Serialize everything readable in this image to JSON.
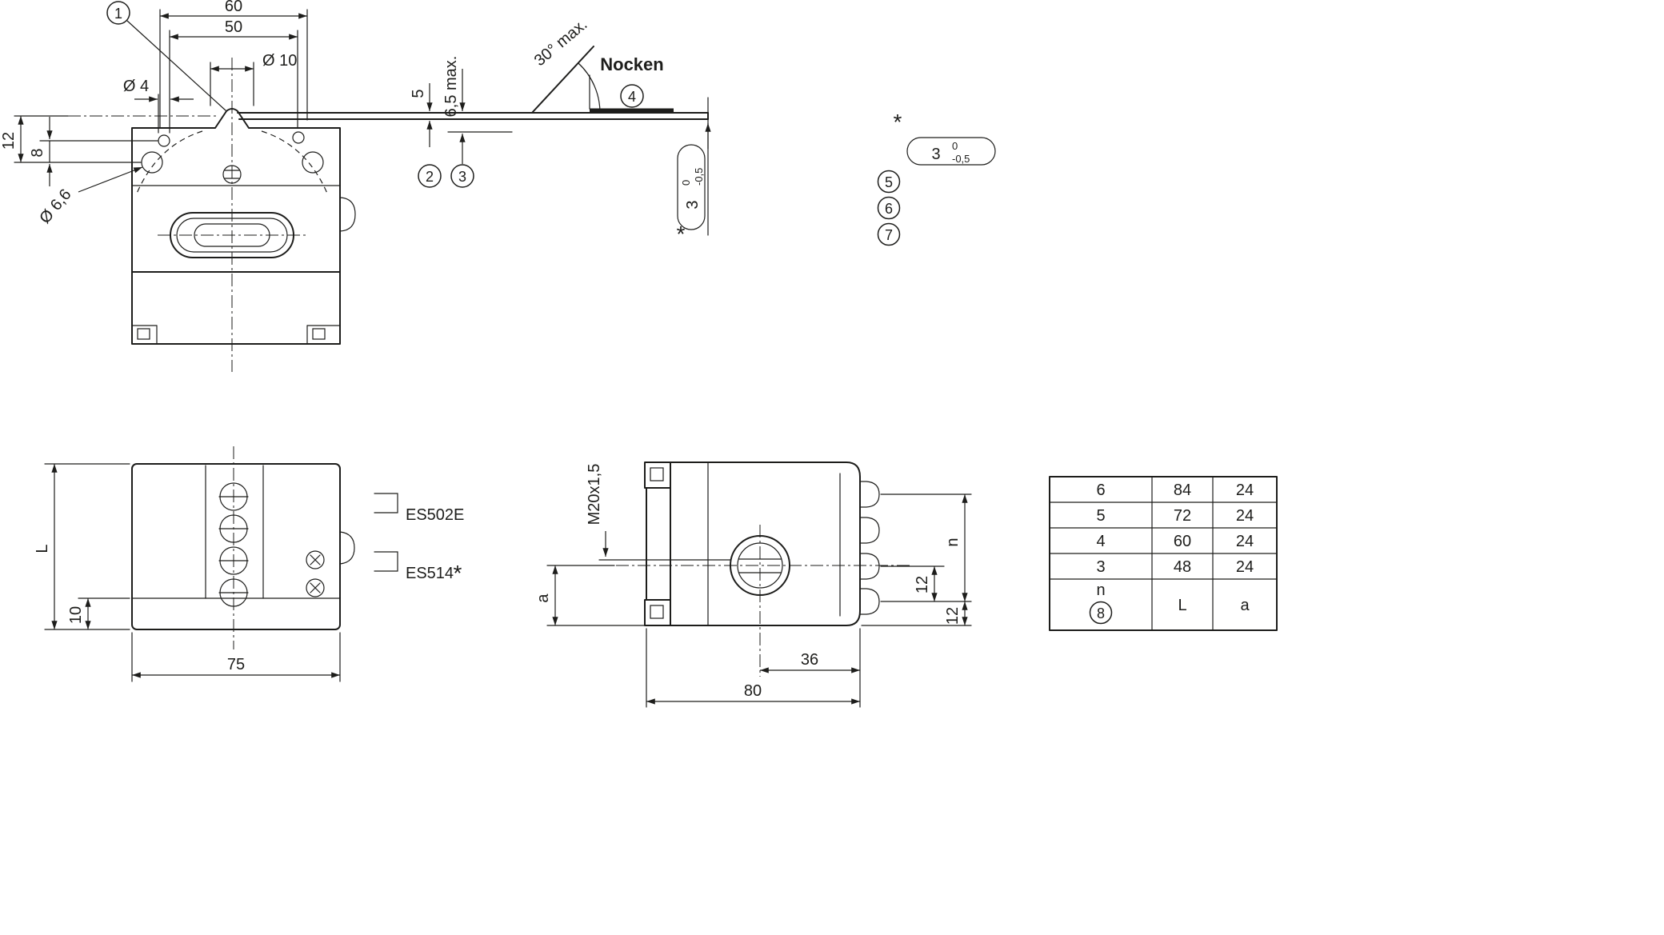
{
  "document": {
    "type": "technical-dimension-drawing",
    "line_color": "#1d1d1b",
    "background": "#ffffff"
  },
  "asterisk": "*",
  "callouts": [
    "1",
    "2",
    "3",
    "4",
    "5",
    "6",
    "7",
    "8"
  ],
  "top_view": {
    "dim_60": "60",
    "dim_50": "50",
    "dim_dia10": "Ø 10",
    "dim_dia4": "Ø 4",
    "dim_12": "12",
    "dim_8": "8",
    "dim_dia66": "Ø 6,6",
    "dim_5": "5",
    "dim_65": "6,5 max.",
    "angle": "30° max.",
    "cam_label": "Nocken",
    "tol_value": "3",
    "tol_upper": "0",
    "tol_lower": "-0,5"
  },
  "front_view": {
    "dim_L": "L",
    "dim_10": "10",
    "dim_75": "75",
    "model_top": "ES502E",
    "model_bottom": "ES514"
  },
  "side_view": {
    "thread": "M20x1,5",
    "dim_a": "a",
    "dim_n": "n",
    "dim_12_mid": "12",
    "dim_12_bottom": "12",
    "dim_36": "36",
    "dim_80": "80"
  },
  "table": {
    "rows": [
      {
        "n": "6",
        "L": "84",
        "a": "24"
      },
      {
        "n": "5",
        "L": "72",
        "a": "24"
      },
      {
        "n": "4",
        "L": "60",
        "a": "24"
      },
      {
        "n": "3",
        "L": "48",
        "a": "24"
      }
    ],
    "footer": {
      "n": "n",
      "L": "L",
      "a": "a"
    }
  }
}
